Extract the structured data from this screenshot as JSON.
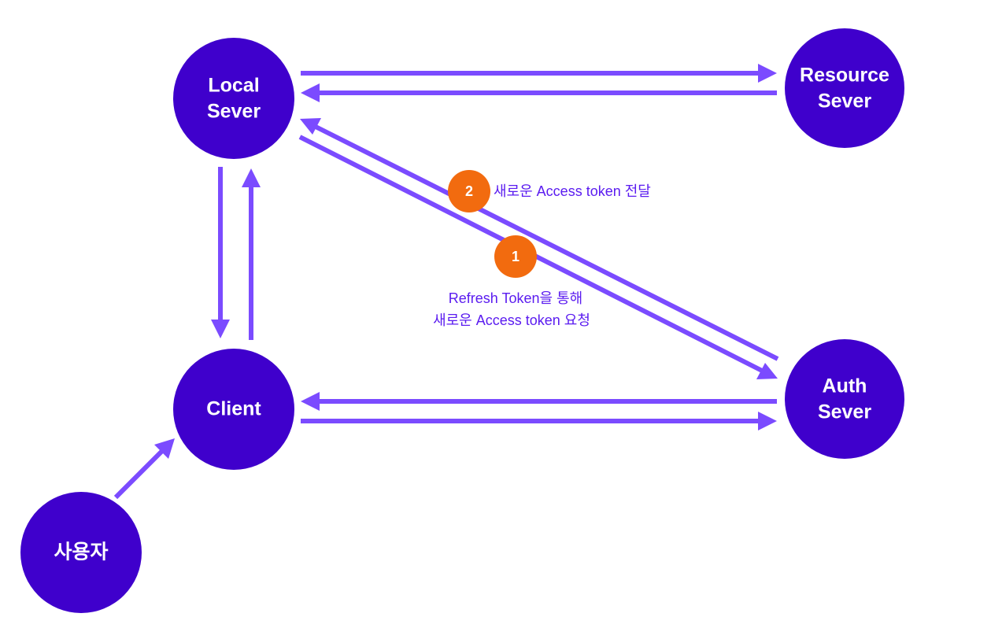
{
  "nodes": {
    "local_server": {
      "line1": "Local",
      "line2": "Sever"
    },
    "resource_server": {
      "line1": "Resource",
      "line2": "Sever"
    },
    "client": {
      "label": "Client"
    },
    "auth_server": {
      "line1": "Auth",
      "line2": "Sever"
    },
    "user": {
      "label": "사용자"
    }
  },
  "steps": [
    {
      "number": "1",
      "caption_line1": "Refresh Token을 통해",
      "caption_line2": "새로운 Access token 요청"
    },
    {
      "number": "2",
      "caption": "새로운 Access token 전달"
    }
  ],
  "colors": {
    "node_fill": "#3f00cc",
    "arrow": "#7b4bff",
    "badge": "#f26b0f",
    "label": "#5b1cf0"
  }
}
